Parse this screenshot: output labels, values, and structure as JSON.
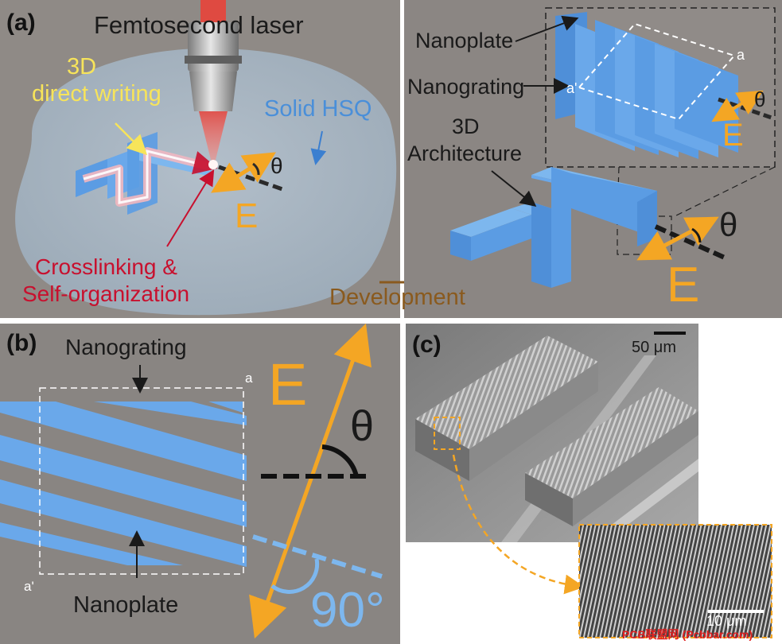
{
  "panel_a": {
    "tag": "(a)",
    "laser_label": "Femtosecond laser",
    "writing_label_1": "3D",
    "writing_label_2": "direct writing",
    "material_label": "Solid HSQ",
    "theta": "θ",
    "field_label": "E",
    "process_label_1": "Crosslinking &",
    "process_label_2": "Self-organization",
    "development_label": "Development",
    "nanoplate_label": "Nanoplate",
    "nanograting_label": "Nanograting",
    "architecture_label_1": "3D",
    "architecture_label_2": "Architecture",
    "section_a": "a",
    "section_a_prime": "a'"
  },
  "panel_b": {
    "tag": "(b)",
    "nanograting_label": "Nanograting",
    "nanoplate_label": "Nanoplate",
    "field_label": "E",
    "theta": "θ",
    "angle_label": "90°",
    "section_a": "a",
    "section_a_prime": "a'"
  },
  "panel_c": {
    "tag": "(c)",
    "scale_main": "50 μm",
    "scale_inset": "10 μm",
    "watermark": "PCB联盟网 (Pcbbar.com)"
  },
  "colors": {
    "structure_blue": "#5b9ce3",
    "laser_red": "#e8423a",
    "field_orange": "#f4a624",
    "writing_yellow": "#f7e45a",
    "angle_blue": "#7db7ee"
  }
}
